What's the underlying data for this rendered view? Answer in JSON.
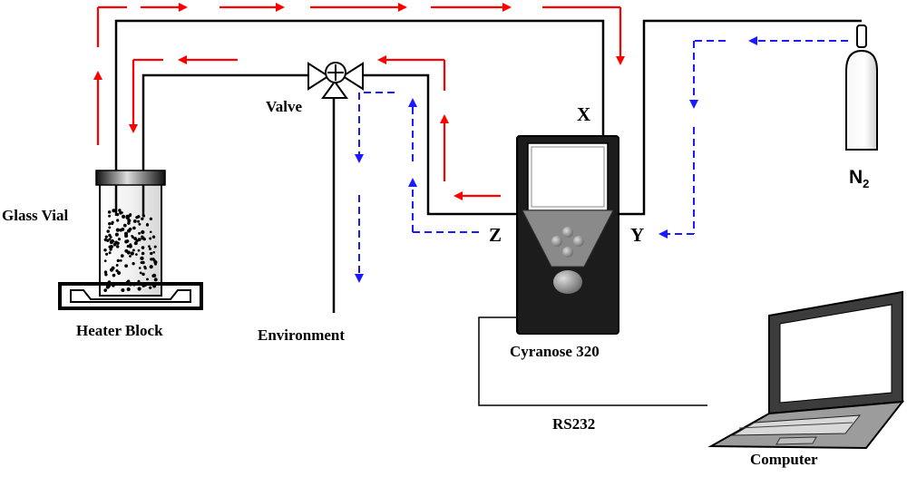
{
  "labels": {
    "glass_vial": "Glass Vial",
    "heater_block": "Heater Block",
    "valve": "Valve",
    "environment": "Environment",
    "port_x": "X",
    "port_y": "Y",
    "port_z": "Z",
    "device": "Cyranose 320",
    "gas": "N",
    "gas_subscript": "2",
    "link": "RS232",
    "computer": "Computer"
  },
  "colors": {
    "tubing": "#000000",
    "sample_flow": "#ff0000",
    "purge_flow": "#1a1aff",
    "device_body": "#1c1c1c",
    "cylinder": "#ffffff"
  }
}
